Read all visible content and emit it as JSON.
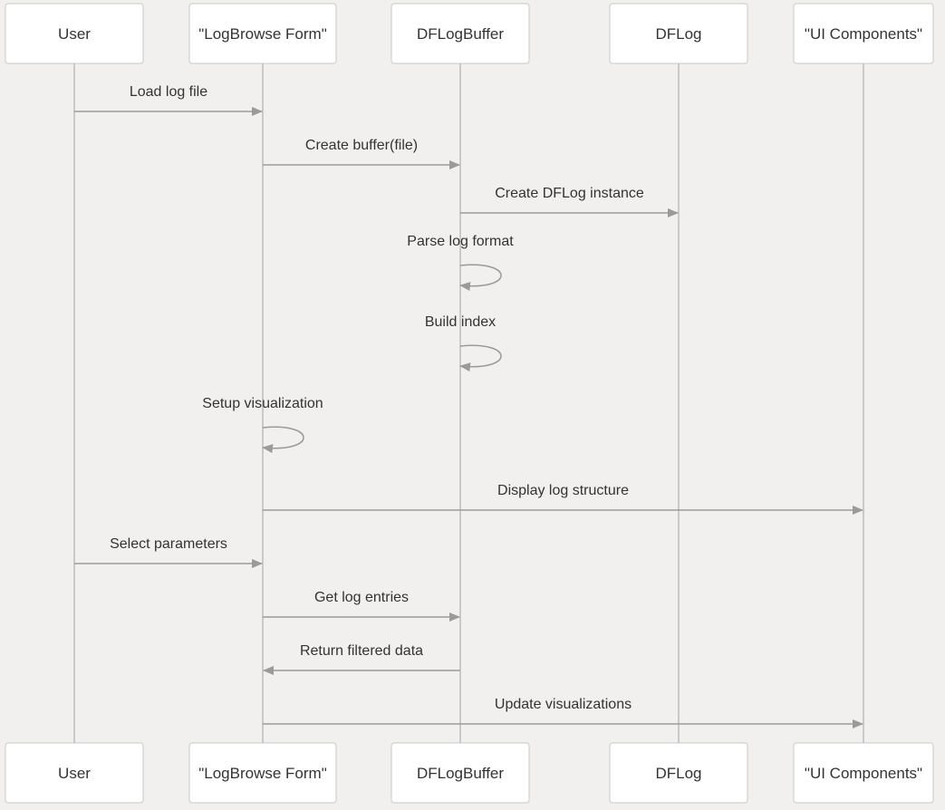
{
  "diagram": {
    "participants": [
      {
        "id": "user",
        "label": "User"
      },
      {
        "id": "form",
        "label": "\"LogBrowse Form\""
      },
      {
        "id": "buffer",
        "label": "DFLogBuffer"
      },
      {
        "id": "dflog",
        "label": "DFLog"
      },
      {
        "id": "ui",
        "label": "\"UI Components\""
      }
    ],
    "messages": [
      {
        "from": "user",
        "to": "form",
        "label": "Load log file"
      },
      {
        "from": "form",
        "to": "buffer",
        "label": "Create buffer(file)"
      },
      {
        "from": "buffer",
        "to": "dflog",
        "label": "Create DFLog instance"
      },
      {
        "from": "buffer",
        "to": "buffer",
        "label": "Parse log format"
      },
      {
        "from": "buffer",
        "to": "buffer",
        "label": "Build index"
      },
      {
        "from": "form",
        "to": "form",
        "label": "Setup visualization"
      },
      {
        "from": "form",
        "to": "ui",
        "label": "Display log structure"
      },
      {
        "from": "user",
        "to": "form",
        "label": "Select parameters"
      },
      {
        "from": "form",
        "to": "buffer",
        "label": "Get log entries"
      },
      {
        "from": "buffer",
        "to": "form",
        "label": "Return filtered data"
      },
      {
        "from": "form",
        "to": "ui",
        "label": "Update visualizations"
      }
    ],
    "colors": {
      "background": "#f1f0ee",
      "box_fill": "#ffffff",
      "box_stroke": "#c8c8c8",
      "lifeline": "#c9c9c9",
      "arrow": "#9a9a9a",
      "text": "#333333"
    }
  }
}
